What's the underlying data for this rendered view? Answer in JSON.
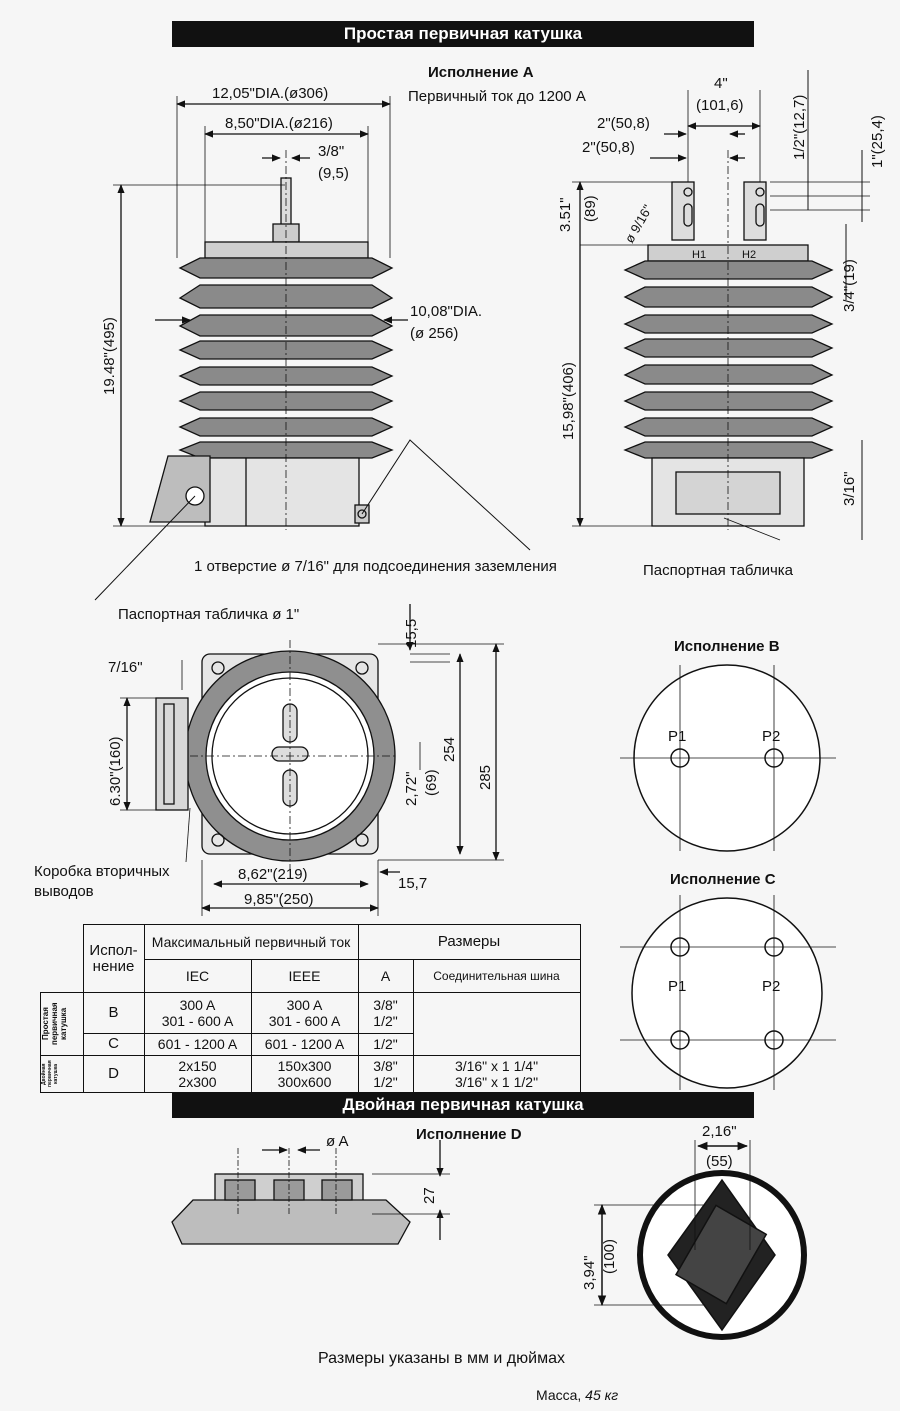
{
  "section_single": "Простая первичная катушка",
  "section_double": "Двойная первичная катушка",
  "variant_a": "Исполнение А",
  "primary_current": "Первичный ток до 1200 А",
  "variant_b": "Исполнение В",
  "variant_c": "Исполнение С",
  "variant_d": "Исполнение D",
  "dims": {
    "d306": "12,05\"DIA.(ø306)",
    "d216": "8,50\"DIA.(ø216)",
    "t38": "3/8\"",
    "t95": "(9,5)",
    "d256a": "10,08\"DIA.",
    "d256b": "(ø 256)",
    "h495": "19.48\"(495)",
    "w4": "4\"",
    "w1016": "(101,6)",
    "w508a": "2\"(50,8)",
    "w508b": "2\"(50,8)",
    "h127": "1/2\"(12,7)",
    "h254": "1\"(25,4)",
    "h351": "3.51\"",
    "h89": "(89)",
    "hole916": "ø 9/16\"",
    "h19": "3/4\"(19)",
    "h406": "15,98\"(406)",
    "h316": "3/16\"",
    "h1": "H1",
    "h2": "H2",
    "n155": "15,5",
    "n716": "7/16\"",
    "h160": "6.30\"(160)",
    "n254": "254",
    "n285": "285",
    "h272": "2,72\"",
    "h69": "(69)",
    "w219": "8,62\"(219)",
    "w157": "15,7",
    "w250": "9,85\"(250)",
    "phiA": "ø A",
    "n27": "27",
    "w216": "2,16\"",
    "w55": "(55)",
    "h394": "3,94\"",
    "h100": "(100)"
  },
  "notes": {
    "ground": "1 отверстие ø 7/16\" для подсоединения заземления",
    "plate": "Паспортная табличка",
    "plate_dia": "Паспортная табличка ø 1\"",
    "box_line1": "Коробка вторичных",
    "box_line2": "выводов",
    "units": "Размеры указаны в мм и дюймах",
    "mass_label": "Масса,",
    "mass_value": "45 кг"
  },
  "terminals": {
    "p1": "P1",
    "p2": "P2"
  },
  "table": {
    "col_variant": "Испол-\nнение",
    "col_current": "Максимальный первичный ток",
    "col_iec": "IEC",
    "col_ieee": "IEEE",
    "col_sizes": "Размеры",
    "col_a": "A",
    "col_bus": "Соединительная шина",
    "group_single": "Простая первичная катушка",
    "group_double": "Двойная первичная катушка",
    "rows": [
      {
        "v": "B",
        "iec": "300 A\n301 - 600 A",
        "ieee": "300 A\n301 - 600 A",
        "a": "3/8\"\n1/2\"",
        "bus": ""
      },
      {
        "v": "C",
        "iec": "601 - 1200 A",
        "ieee": "601 - 1200 A",
        "a": "1/2\"",
        "bus": ""
      },
      {
        "v": "D",
        "iec": "2x150\n2x300",
        "ieee": "150x300\n300x600",
        "a": "3/8\"\n1/2\"",
        "bus": "3/16\" x 1 1/4\"\n3/16\" x 1 1/2\""
      }
    ]
  }
}
